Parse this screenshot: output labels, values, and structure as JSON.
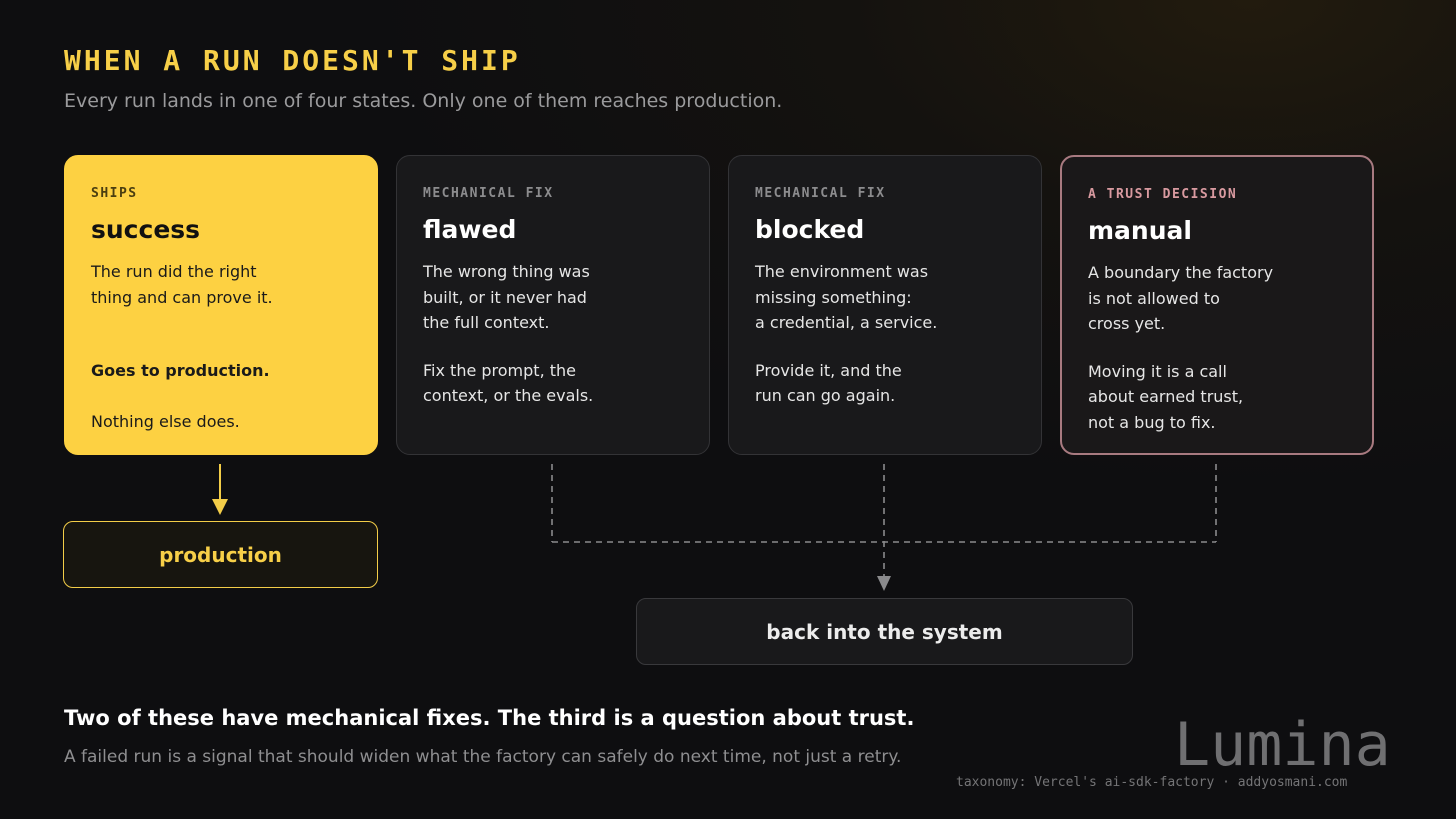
{
  "header": {
    "title": "WHEN A RUN DOESN'T SHIP",
    "subtitle": "Every run lands in one of four states. Only one of them reaches production."
  },
  "cards": [
    {
      "eyebrow": "SHIPS",
      "state": "success",
      "text1": "The run did the right\nthing and can prove it.",
      "text2_strong": "Goes to production.",
      "text2": "Nothing else does."
    },
    {
      "eyebrow": "MECHANICAL FIX",
      "state": "flawed",
      "text1": "The wrong thing was\nbuilt, or it never had\nthe full context.",
      "text2": "Fix the prompt, the\ncontext, or the evals."
    },
    {
      "eyebrow": "MECHANICAL FIX",
      "state": "blocked",
      "text1": "The environment was\nmissing something:\na credential, a service.",
      "text2": "Provide it, and the\nrun can go again."
    },
    {
      "eyebrow": "A TRUST DECISION",
      "state": "manual",
      "text1": "A boundary the factory\nis not allowed to\ncross yet.",
      "text2": "Moving it is a call\nabout earned trust,\nnot a bug to fix."
    }
  ],
  "targets": {
    "production": "production",
    "back": "back into the system"
  },
  "footer": {
    "lead": "Two of these have mechanical fixes. The third is a question about trust.",
    "sub": "A failed run is a signal that should widen what the factory can safely do next time, not just a retry.",
    "brand": "Lumina",
    "credit": "taxonomy: Vercel's ai-sdk-factory · addyosmani.com"
  },
  "colors": {
    "accent": "#fdd142",
    "trust": "#a87a80",
    "card_bg": "#19191b",
    "connector": "#8a8a8c"
  }
}
